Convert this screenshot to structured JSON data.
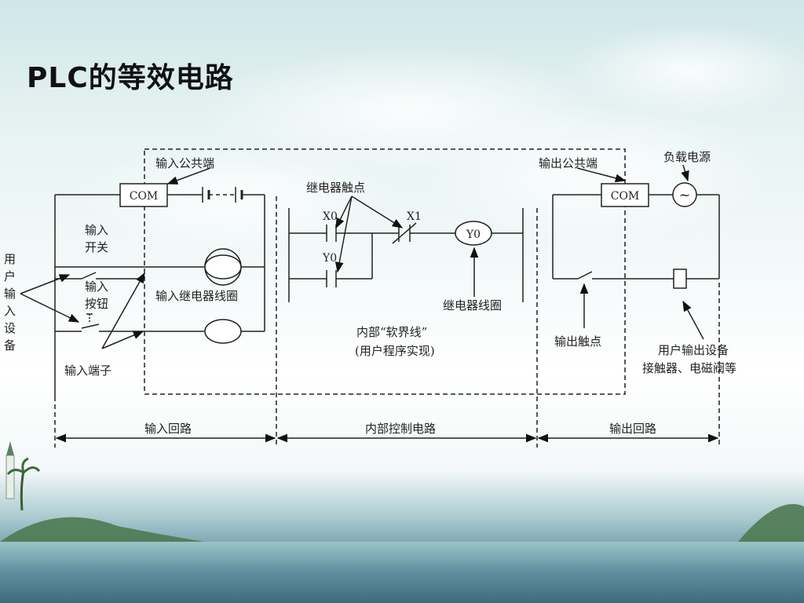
{
  "slide": {
    "title": "PLC的等效电路"
  },
  "diagram": {
    "com_input": "COM",
    "com_output": "COM",
    "label_input_common": "输入公共端",
    "label_output_common": "输出公共端",
    "label_load_power": "负载电源",
    "label_relay_contact": "继电器触点",
    "label_x0": "X0",
    "label_y0_contact": "Y0",
    "label_x1": "X1",
    "label_y0_coil": "Y0",
    "label_input_switch_1": "输入",
    "label_input_switch_2": "开关",
    "label_user_input_device": [
      "用",
      "户",
      "输",
      "入",
      "设",
      "备"
    ],
    "label_input_button_1": "输入",
    "label_input_button_2": "按钮",
    "label_input_relay_coil": "输入继电器线圈",
    "label_input_terminal": "输入端子",
    "label_relay_coil": "继电器线圈",
    "label_soft_line_1": "内部“软界线”",
    "label_soft_line_2": "(用户程序实现)",
    "label_output_contact": "输出触点",
    "label_user_output_1": "用户输出设备",
    "label_user_output_2": "接触器、电磁阀等",
    "section_input_loop": "输入回路",
    "section_internal_control": "内部控制电路",
    "section_output_loop": "输出回路",
    "ac_symbol": "~"
  }
}
